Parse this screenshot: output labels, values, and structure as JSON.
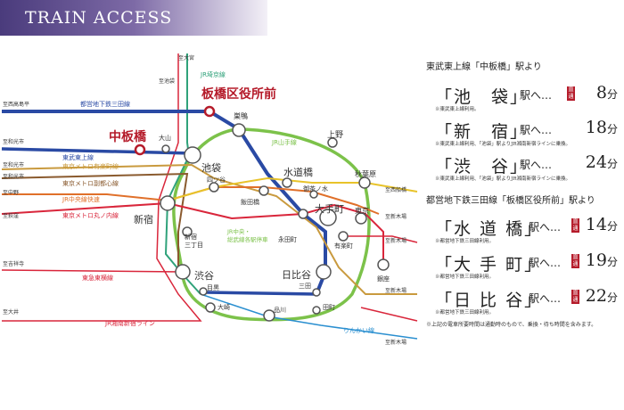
{
  "header": {
    "title": "TRAIN ACCESS"
  },
  "map": {
    "lines": {
      "toei_mita": "都営地下鉄三田線",
      "tobu_tojo": "東武東上線",
      "yurakucho": "東京メトロ有楽町線",
      "fukutoshin": "東京メトロ副都心線",
      "chuo_rapid": "JR中央線快速",
      "marunouchi": "東京メトロ丸ノ内線",
      "tokyu_toyoko": "東急東横線",
      "shonan_shinjuku": "JR湘南新宿ライン",
      "saikyo": "JR埼京線",
      "yamanote": "JR山手線",
      "chuo_sobu": "JR中央・総武線各駅停車",
      "rinkai": "りんかい線"
    },
    "stations": {
      "nakaitabashi": "中板橋",
      "itabashi_kuyakushomae": "板橋区役所前",
      "sugamo": "巣鴨",
      "ueno": "上野",
      "oyama": "大山",
      "ikebukuro": "池袋",
      "suidobashi": "水道橋",
      "akihabara": "秋葉原",
      "yotsuya": "四ツ谷",
      "iidabashi": "飯田橋",
      "ochanomizu": "御茶ノ水",
      "otemachi": "大手町",
      "tokyo": "東京",
      "shinjuku": "新宿",
      "shinjuku_sanchome": "新宿\n三丁目",
      "nagatacho": "永田町",
      "yurakucho": "有楽町",
      "ginza": "銀座",
      "shibuya": "渋谷",
      "hibiya": "日比谷",
      "meguro": "目黒",
      "mita": "三田",
      "osaki": "大崎",
      "shinagawa": "品川",
      "tamachi": "田町"
    },
    "termini": {
      "ni_omiya": "至大宮",
      "ni_takashimadaira": "至西高島平",
      "ni_wakoshi_1": "至和光市",
      "ni_wakoshi_2": "至和光市",
      "ni_wakoshi_3": "至和光市",
      "ni_nakano": "至中野",
      "ni_ogikubo": "至荻窪",
      "ni_kichijoji": "至吉祥寺",
      "ni_oi": "至大井",
      "ni_nishifunabashi": "至西船橋",
      "ni_shinkiba_1": "至新木場",
      "ni_shinkiba_2": "至新木場",
      "ni_shinkiba_3": "至新木場",
      "ni_shinkiba_4": "至新木場",
      "ni_ikebukuro_up": "至池袋"
    },
    "colors": {
      "mita": "#2a4aa4",
      "tobu": "#2a4aa4",
      "yurakucho": "#c99a3e",
      "fukutoshin": "#8a5a2e",
      "chuo": "#e0702a",
      "marunouchi": "#d9263b",
      "toyoko": "#d9263b",
      "shonan": "#d9263b",
      "saikyo": "#2fa27a",
      "yamanote": "#7cc24a",
      "sobu": "#e8c32a",
      "rinkai": "#2a8fd0",
      "station_red": "#b51b2a"
    }
  },
  "panel": {
    "section1_title": "東武東上線「中板橋」駅より",
    "section2_title": "都営地下鉄三田線「板橋区役所前」駅より",
    "routes": [
      {
        "name": "「池　袋」",
        "suffix": "駅へ…",
        "badge": "直通",
        "minutes": "8",
        "unit": "分",
        "note": "※東武東上線利用。"
      },
      {
        "name": "「新　宿」",
        "suffix": "駅へ…",
        "badge": "",
        "minutes": "18",
        "unit": "分",
        "note": "※東武東上線利用、「池袋」駅よりJR湘南新宿ラインに乗換。"
      },
      {
        "name": "「渋　谷」",
        "suffix": "駅へ…",
        "badge": "",
        "minutes": "24",
        "unit": "分",
        "note": "※東武東上線利用、「池袋」駅よりJR湘南新宿ラインに乗換。"
      },
      {
        "name": "「水 道 橋」",
        "suffix": "駅へ…",
        "badge": "直通",
        "minutes": "14",
        "unit": "分",
        "note": "※都営地下鉄三田線利用。"
      },
      {
        "name": "「大 手 町」",
        "suffix": "駅へ…",
        "badge": "直通",
        "minutes": "19",
        "unit": "分",
        "note": "※都営地下鉄三田線利用。"
      },
      {
        "name": "「日 比 谷」",
        "suffix": "駅へ…",
        "badge": "直通",
        "minutes": "22",
        "unit": "分",
        "note": "※都営地下鉄三田線利用。"
      }
    ],
    "footnote": "※上記の電車所要時間は通勤時のもので、乗換・待ち時間を含みます。"
  }
}
